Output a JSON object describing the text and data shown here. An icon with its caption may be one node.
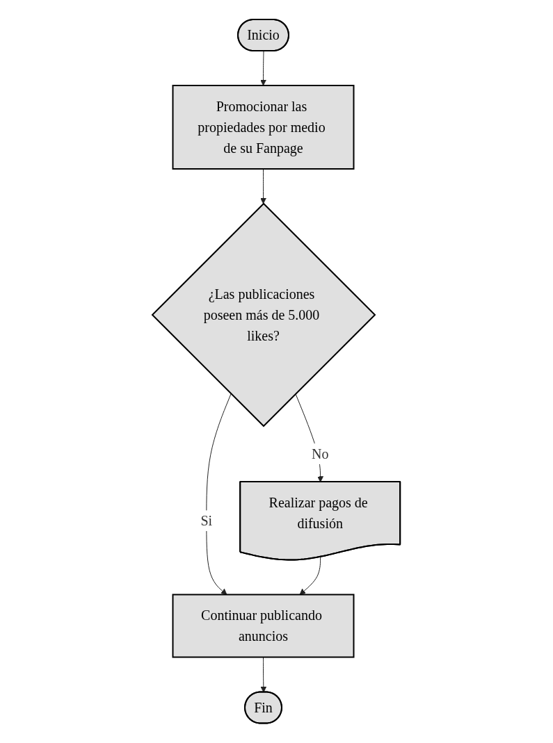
{
  "diagram": {
    "nodes": [
      {
        "text": [
          "Inicio"
        ]
      },
      {
        "text": [
          "Promocionar las propiedades por medio de su Fanpage"
        ]
      },
      {
        "text": [
          "¿Las publicaciones poseen más de 5.000 likes?"
        ]
      },
      {
        "text": [
          "Realizar pagos de difusión"
        ]
      },
      {
        "text": [
          "Continuar publicando anuncios"
        ]
      },
      {
        "text": [
          "Fin"
        ]
      }
    ],
    "edges": [
      {
        "from": 0,
        "to": 1,
        "arrow": "to"
      },
      {
        "from": 1,
        "to": 2,
        "arrow": "to"
      },
      {
        "from": 2,
        "to": 3,
        "arrow": "to",
        "label": "No"
      },
      {
        "from": 2,
        "to": 4,
        "arrow": "to",
        "label": "Si"
      },
      {
        "from": 3,
        "to": 4,
        "arrow": "to"
      },
      {
        "from": 4,
        "to": 5,
        "arrow": "to"
      }
    ]
  }
}
